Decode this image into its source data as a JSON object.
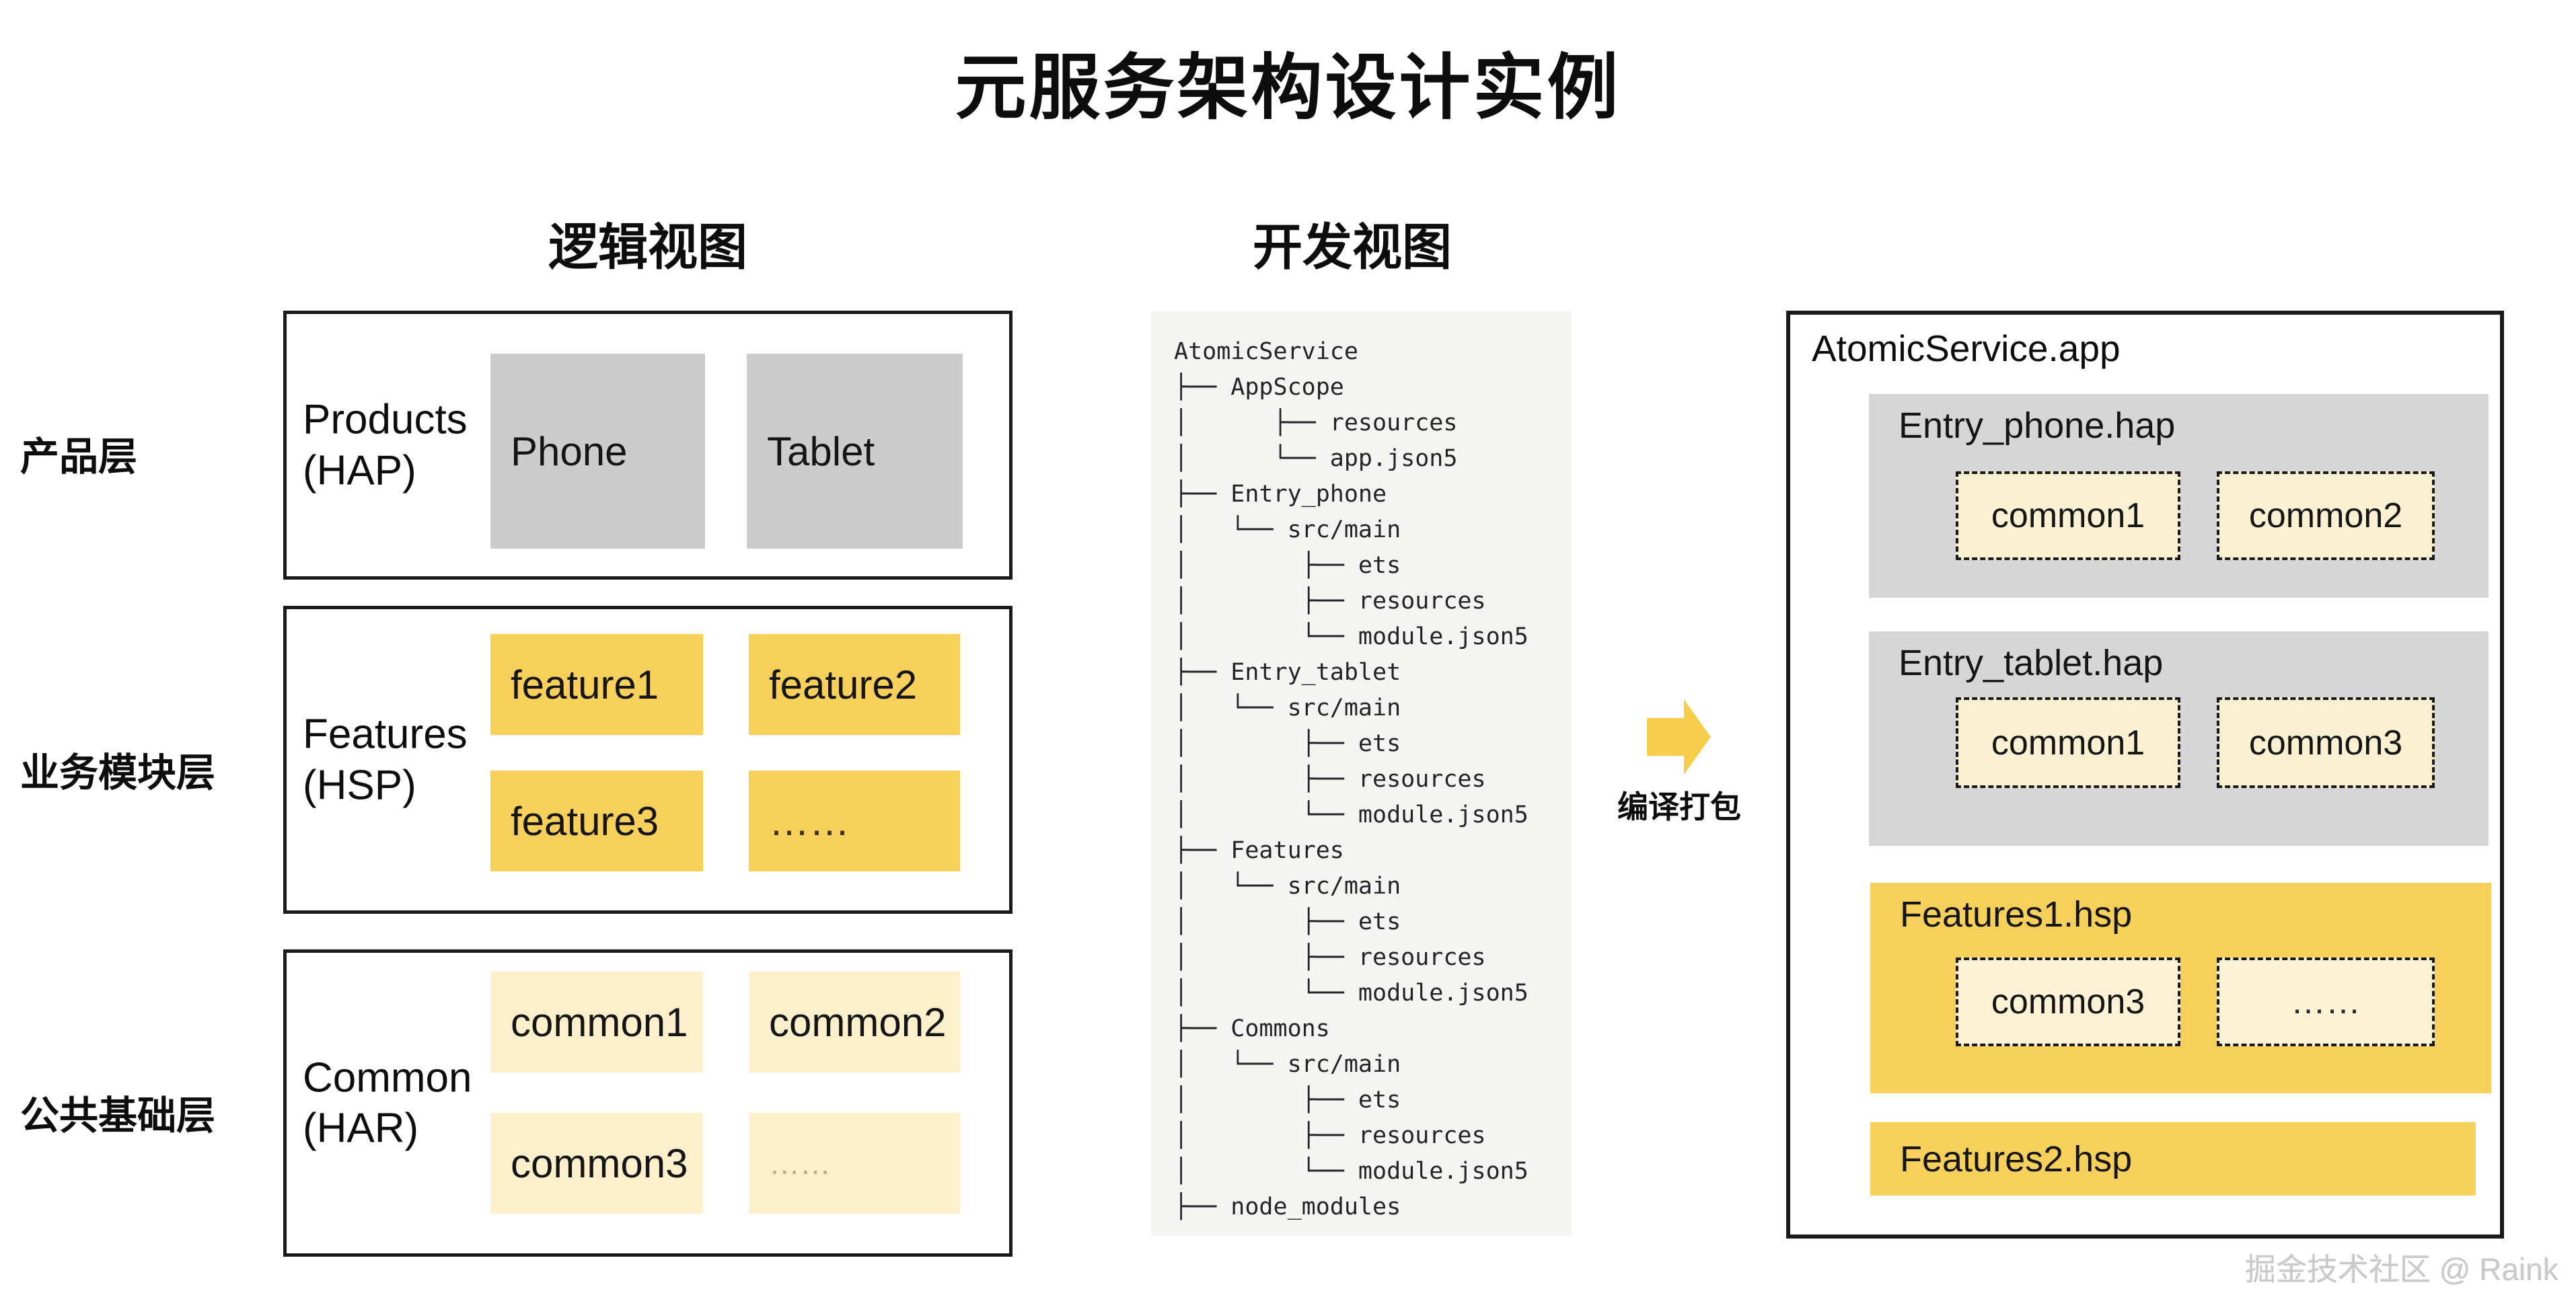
{
  "title": "元服务架构设计实例",
  "watermark": "掘金技术社区 @ Raink",
  "colors": {
    "accent_yellow": "#F7D05C",
    "cream": "#FBEFCC",
    "module_gray": "#CCCCCC",
    "panel_gray": "#D6D6D6",
    "tree_panel_bg": "#F4F4F2",
    "border_black": "#1A1A1A",
    "arrow_yellow": "#F8CD4B"
  },
  "logical_view": {
    "heading": "逻辑视图",
    "layers": [
      {
        "row_label": "产品层",
        "group_label": "Products",
        "group_sub": "(HAP)",
        "items": [
          "Phone",
          "Tablet"
        ]
      },
      {
        "row_label": "业务模块层",
        "group_label": "Features",
        "group_sub": "(HSP)",
        "items": [
          "feature1",
          "feature2",
          "feature3",
          "……"
        ]
      },
      {
        "row_label": "公共基础层",
        "group_label": "Common",
        "group_sub": "(HAR)",
        "items": [
          "common1",
          "common2",
          "common3",
          "……"
        ]
      }
    ]
  },
  "dev_view": {
    "heading": "开发视图",
    "tree_lines": [
      "AtomicService",
      "├── AppScope",
      "│      ├── resources",
      "│      └── app.json5",
      "├── Entry_phone",
      "│   └── src/main",
      "│        ├── ets",
      "│        ├── resources",
      "│        └── module.json5",
      "├── Entry_tablet",
      "│   └── src/main",
      "│        ├── ets",
      "│        ├── resources",
      "│        └── module.json5",
      "├── Features",
      "│   └── src/main",
      "│        ├── ets",
      "│        ├── resources",
      "│        └── module.json5",
      "├── Commons",
      "│   └── src/main",
      "│        ├── ets",
      "│        ├── resources",
      "│        └── module.json5",
      "├── node_modules"
    ]
  },
  "arrow": {
    "label": "编译打包"
  },
  "package_view": {
    "app_label": "AtomicService.app",
    "modules": [
      {
        "name": "Entry_phone.hap",
        "items": [
          "common1",
          "common2"
        ]
      },
      {
        "name": "Entry_tablet.hap",
        "items": [
          "common1",
          "common3"
        ]
      },
      {
        "name": "Features1.hsp",
        "items": [
          "common3",
          "……"
        ]
      },
      {
        "name": "Features2.hsp",
        "items": []
      }
    ]
  }
}
